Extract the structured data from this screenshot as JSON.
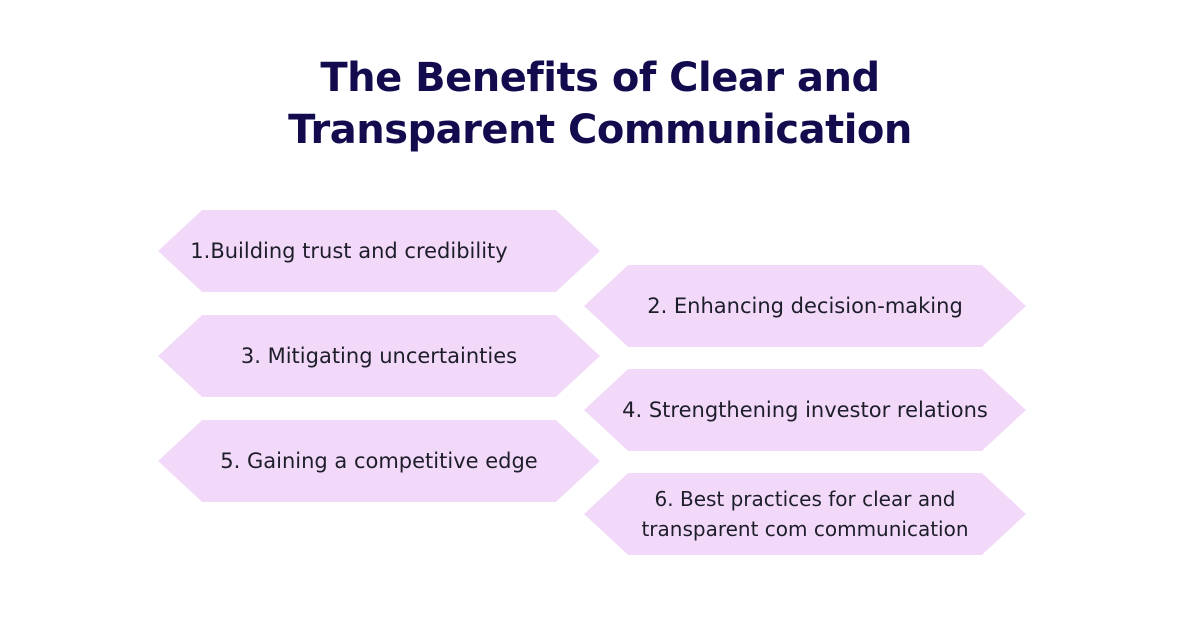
{
  "title": {
    "line1": "The Benefits of Clear and",
    "line2": "Transparent Communication"
  },
  "items": [
    {
      "label": "1.Building trust and credibility"
    },
    {
      "label": "2. Enhancing decision-making"
    },
    {
      "label": "3. Mitigating uncertainties"
    },
    {
      "label": "4. Strengthening investor relations"
    },
    {
      "label": "5. Gaining a competitive edge"
    },
    {
      "label": "6. Best practices for clear and transparent com communication"
    }
  ],
  "colors": {
    "title": "#120c4f",
    "hexagon_fill": "#f2d9fa",
    "text": "#1e1e2a",
    "background": "#ffffff"
  }
}
